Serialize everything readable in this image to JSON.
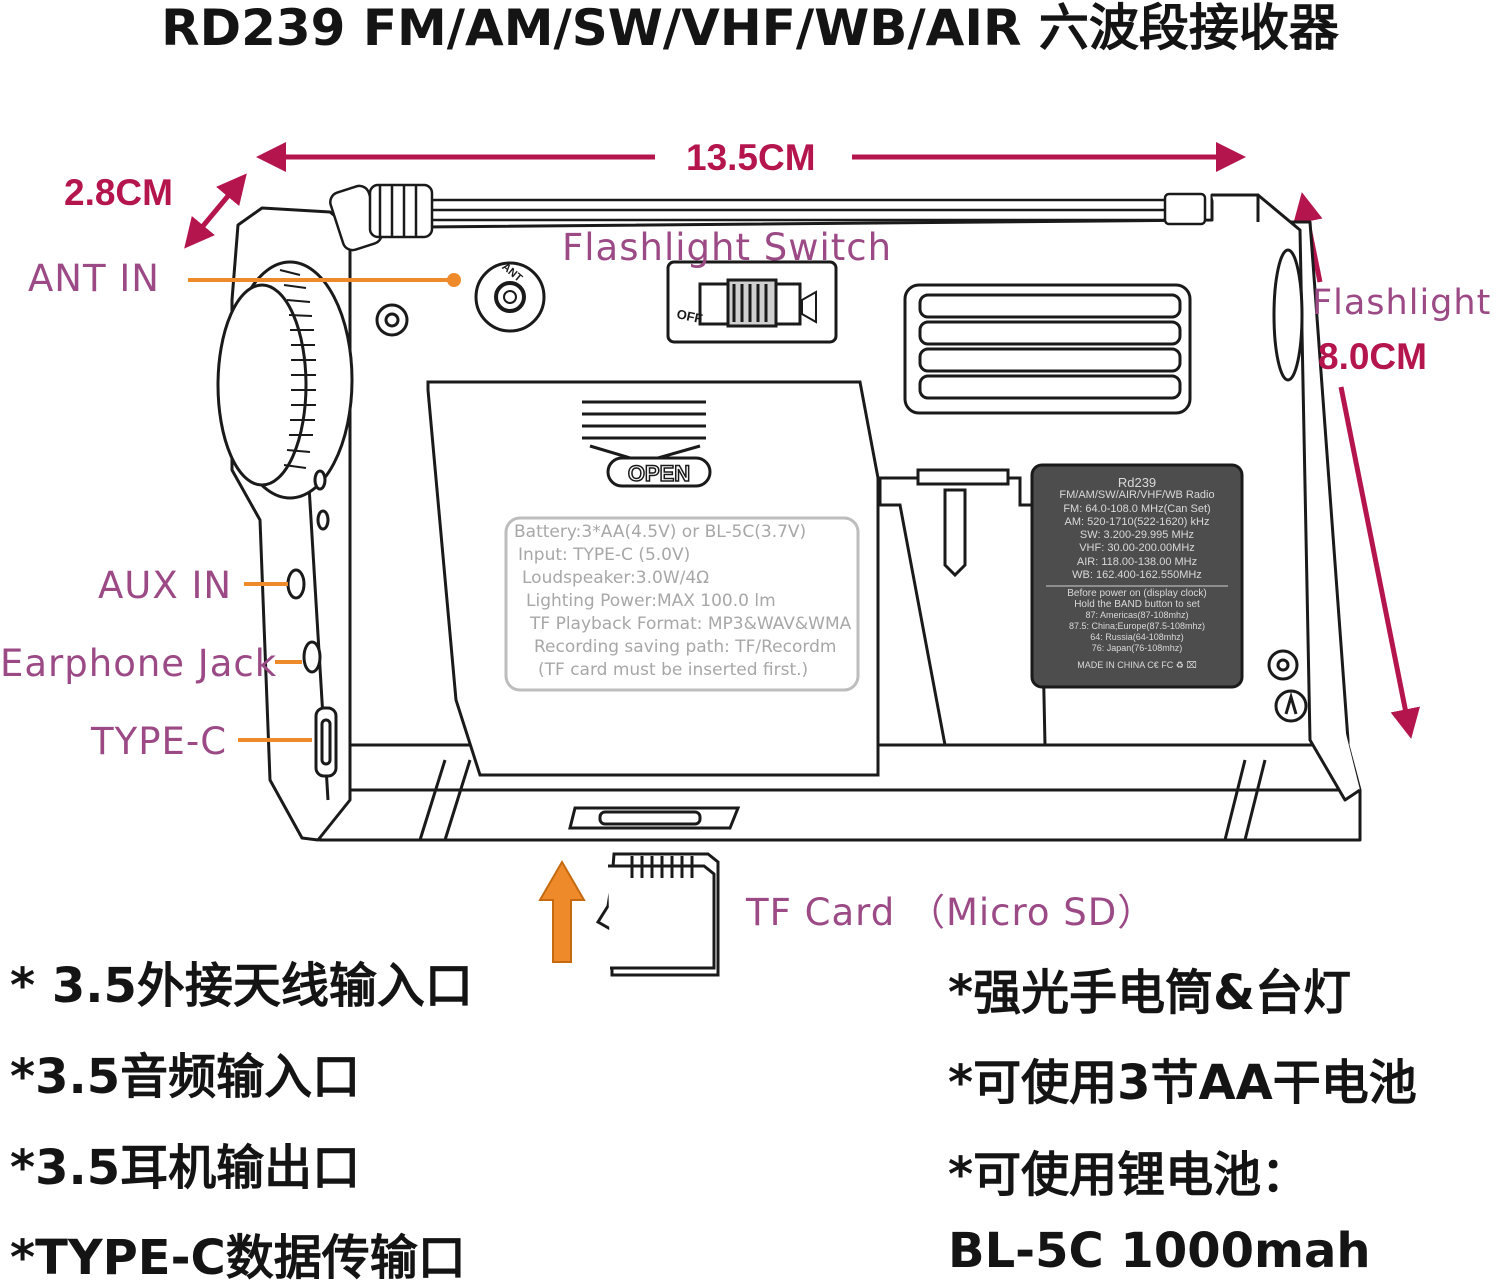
{
  "title": "RD239 FM/AM/SW/VHF/WB/AIR 六波段接收器",
  "dimensions": {
    "width": "13.5CM",
    "depth": "2.8CM",
    "height": "8.0CM"
  },
  "callouts": {
    "ant_in": "ANT IN",
    "flashlight_switch": "Flashlight Switch",
    "flashlight": "Flashlight",
    "aux_in": "AUX IN",
    "earphone_jack": "Earphone Jack",
    "type_c": "TYPE-C",
    "tf_card": "TF Card （Micro SD）"
  },
  "device": {
    "switch_off": "OFF",
    "open_label": "OPEN",
    "ant_jack": "ANT",
    "spec_label": [
      "Battery:3*AA(4.5V) or BL-5C(3.7V)",
      "Input: TYPE-C (5.0V)",
      "Loudspeaker:3.0W/4Ω",
      "Lighting Power:MAX 100.0 lm",
      "TF Playback Format: MP3&WAV&WMA",
      "Recording saving path: TF/Recordm",
      "(TF card must be inserted first.)"
    ],
    "nameplate": {
      "model": "Rd239",
      "bands_title": "FM/AM/SW/AIR/VHF/WB Radio",
      "bands": [
        "FM: 64.0-108.0 MHz(Can Set)",
        "AM: 520-1710(522-1620) kHz",
        "SW: 3.200-29.995 MHz",
        "VHF: 30.00-200.00MHz",
        "AIR: 118.00-138.00 MHz",
        "WB: 162.400-162.550MHz"
      ],
      "notes": [
        "Before power on (display clock)",
        "Hold the BAND button to set",
        "87: Americas(87-108mhz)",
        "87.5: China;Europe(87.5-108mhz)",
        "64: Russia(64-108mhz)",
        "76: Japan(76-108mhz)"
      ],
      "footer": "MADE IN CHINA  C€ FC ♻ ⌧"
    }
  },
  "features_left": [
    "* 3.5外接天线输入口",
    "*3.5音频输入口",
    "*3.5耳机输出口",
    "*TYPE-C数据传输口"
  ],
  "features_right": [
    "*强光手电筒&台灯",
    "*可使用3节AA干电池",
    "*可使用锂电池：",
    "BL-5C 1000mah"
  ],
  "colors": {
    "dimension": "#b5154d",
    "callout_text": "#9b4a86",
    "leader_line": "#ef8a2a",
    "insert_arrow": "#ef8a2a",
    "title": "#141414"
  }
}
